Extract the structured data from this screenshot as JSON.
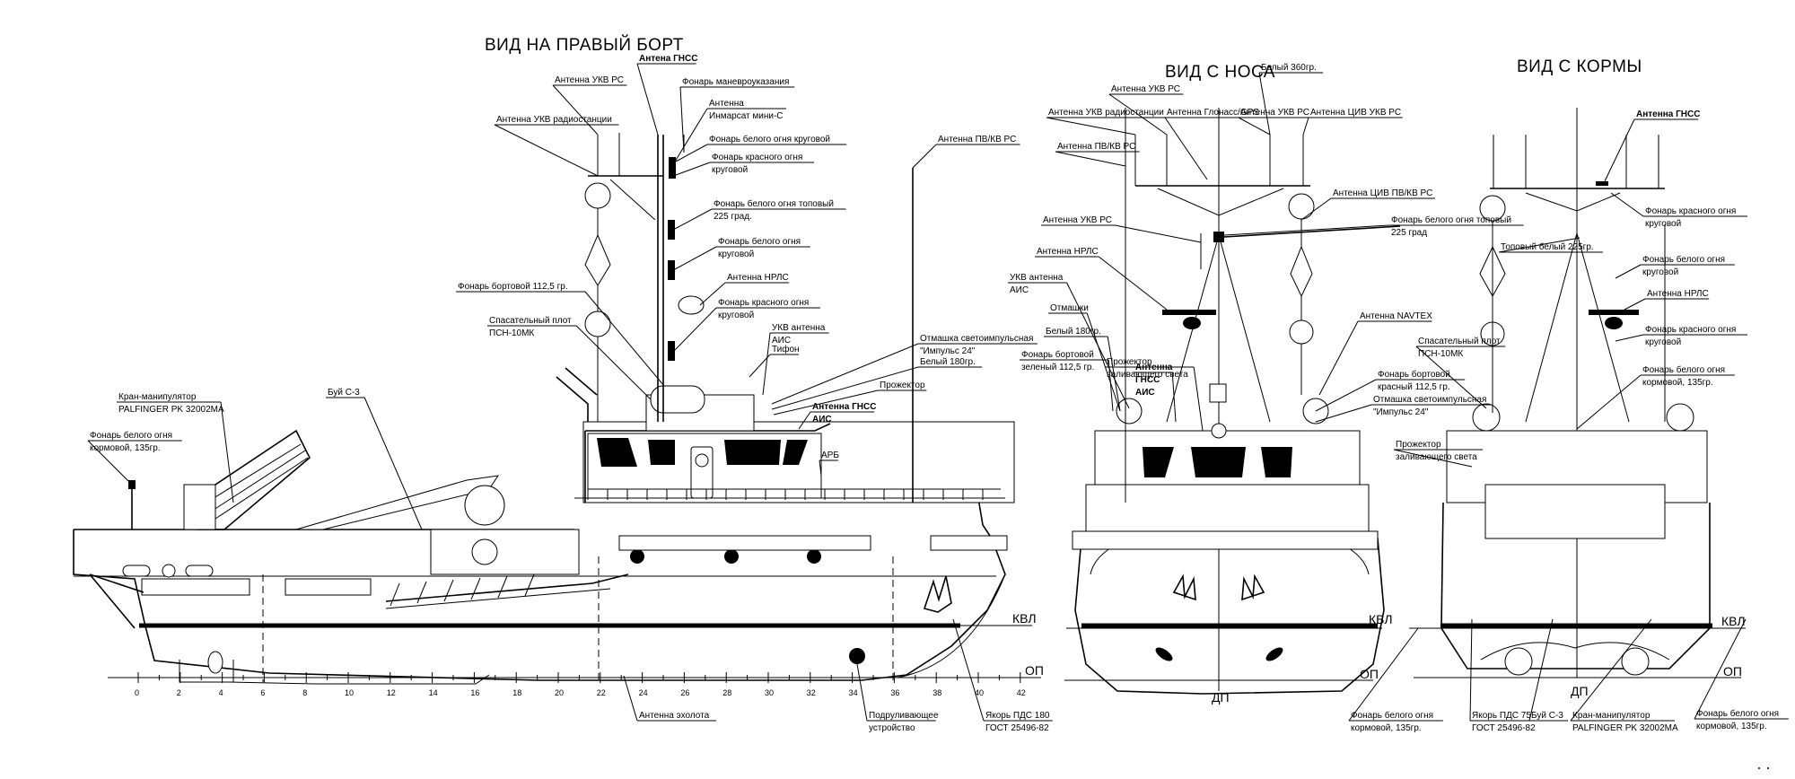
{
  "views": {
    "starboard": {
      "title": "ВИД НА ПРАВЫЙ БОРТ",
      "labels": [
        {
          "id": "gnss",
          "lines": [
            "Антена ГНСС"
          ]
        },
        {
          "id": "ukv-rs",
          "lines": [
            "Антенна УКВ РС"
          ]
        },
        {
          "id": "manevr",
          "lines": [
            "Фонарь маневроуказания"
          ]
        },
        {
          "id": "inmarsat",
          "lines": [
            "Антенна",
            "Инмарсат мини-С"
          ]
        },
        {
          "id": "ukv-radio",
          "lines": [
            "Антенна УКВ радиостанции"
          ]
        },
        {
          "id": "white-round",
          "lines": [
            "Фонарь белого огня круговой"
          ]
        },
        {
          "id": "red-round-1",
          "lines": [
            "Фонарь красного огня",
            "круговой"
          ]
        },
        {
          "id": "white-top",
          "lines": [
            "Фонарь белого огня топовый",
            "225 град."
          ]
        },
        {
          "id": "white-round-2",
          "lines": [
            "Фонарь белого огня",
            "круговой"
          ]
        },
        {
          "id": "nrls",
          "lines": [
            "Антенна НРЛС"
          ]
        },
        {
          "id": "red-round-2",
          "lines": [
            "Фонарь красного огня",
            "круговой"
          ]
        },
        {
          "id": "side-light",
          "lines": [
            "Фонарь бортовой 112,5 гр."
          ]
        },
        {
          "id": "raft",
          "lines": [
            "Спасательный плот",
            "ПСН-10МК"
          ]
        },
        {
          "id": "ukv-ais",
          "lines": [
            "УКВ антенна",
            "АИС"
          ]
        },
        {
          "id": "typhon",
          "lines": [
            "Тифон"
          ]
        },
        {
          "id": "pv-kv",
          "lines": [
            "Антенна ПВ/КВ РС"
          ]
        },
        {
          "id": "impulse",
          "lines": [
            "Отмашка светоимпульсная",
            "\"Импульс 24\""
          ]
        },
        {
          "id": "white-180",
          "lines": [
            "Белый 180гр."
          ]
        },
        {
          "id": "searchlight",
          "lines": [
            "Прожектор"
          ]
        },
        {
          "id": "gnss-ais",
          "lines": [
            "Антенна ГНСС",
            "АИС"
          ]
        },
        {
          "id": "arb",
          "lines": [
            "АРБ"
          ]
        },
        {
          "id": "crane",
          "lines": [
            "Кран-манипулятор",
            "PALFINGER PK 32002MA"
          ]
        },
        {
          "id": "buoy",
          "lines": [
            "Буй С-3"
          ]
        },
        {
          "id": "stern-light",
          "lines": [
            "Фонарь белого огня",
            "кормовой, 135гр."
          ]
        },
        {
          "id": "echo",
          "lines": [
            "Антенна эхолота"
          ]
        },
        {
          "id": "thruster",
          "lines": [
            "Подруливающее",
            "устройство"
          ]
        },
        {
          "id": "anchor",
          "lines": [
            "Якорь ПДС 180",
            "ГОСТ 25496-82"
          ]
        }
      ],
      "waterline": "КВЛ",
      "baseline": "ОП",
      "frame_scale": [
        "0",
        "2",
        "4",
        "6",
        "8",
        "10",
        "12",
        "14",
        "16",
        "18",
        "20",
        "22",
        "24",
        "26",
        "28",
        "30",
        "32",
        "34",
        "36",
        "38",
        "40",
        "42"
      ]
    },
    "bow": {
      "title": "ВИД С НОСА",
      "labels": [
        {
          "id": "ukv-rs-1",
          "lines": [
            "Антенна УКВ РС"
          ]
        },
        {
          "id": "white-360",
          "lines": [
            "Белый 360гр."
          ]
        },
        {
          "id": "ukv-radio",
          "lines": [
            "Антенна УКВ радиостанции"
          ]
        },
        {
          "id": "glonass",
          "lines": [
            "Антенна Глонасс/GPS"
          ]
        },
        {
          "id": "ukv-rs-2",
          "lines": [
            "Антенна УКВ РС"
          ]
        },
        {
          "id": "civ-ukv",
          "lines": [
            "Антенна ЦИВ УКВ РС"
          ]
        },
        {
          "id": "pv-kv",
          "lines": [
            "Антенна ПВ/КВ РС"
          ]
        },
        {
          "id": "civ-pv-kv",
          "lines": [
            "Антенна ЦИВ ПВ/КВ РС"
          ]
        },
        {
          "id": "white-top",
          "lines": [
            "Фонарь белого огня топовый",
            "225 град"
          ]
        },
        {
          "id": "ukv-rs-3",
          "lines": [
            "Антенна УКВ РС"
          ]
        },
        {
          "id": "nrls",
          "lines": [
            "Антенна НРЛС"
          ]
        },
        {
          "id": "ukv-ais",
          "lines": [
            "УКВ антенна",
            "АИС"
          ]
        },
        {
          "id": "otmashki",
          "lines": [
            "Отмашки"
          ]
        },
        {
          "id": "white-180",
          "lines": [
            "Белый 180гр."
          ]
        },
        {
          "id": "green-side",
          "lines": [
            "Фонарь бортовой",
            "зеленый 112,5 гр."
          ]
        },
        {
          "id": "flood",
          "lines": [
            "Прожектор",
            "заливающего света"
          ]
        },
        {
          "id": "gnss-ais",
          "lines": [
            "Антенна",
            "ГНСС",
            "АИС"
          ]
        },
        {
          "id": "navtex",
          "lines": [
            "Антенна NAVTEX"
          ]
        },
        {
          "id": "raft",
          "lines": [
            "Спасательный плот",
            "ПСН-10МК"
          ]
        },
        {
          "id": "red-side",
          "lines": [
            "Фонарь бортовой",
            "красный 112,5 гр."
          ]
        },
        {
          "id": "impulse",
          "lines": [
            "Отмашка светоимпульсная",
            "\"Импульс 24\""
          ]
        },
        {
          "id": "flood-2",
          "lines": [
            "Прожектор",
            "заливающего света"
          ]
        }
      ],
      "waterline": "КВЛ",
      "baseline": "ОП",
      "centerline": "ДП"
    },
    "stern": {
      "title": "ВИД С КОРМЫ",
      "labels": [
        {
          "id": "gnss",
          "lines": [
            "Антенна ГНСС"
          ]
        },
        {
          "id": "red-round",
          "lines": [
            "Фонарь красного огня",
            "круговой"
          ]
        },
        {
          "id": "top-white",
          "lines": [
            "Топовый белый 225гр."
          ]
        },
        {
          "id": "white-round",
          "lines": [
            "Фонарь белого огня",
            "круговой"
          ]
        },
        {
          "id": "nrls",
          "lines": [
            "Антенна НРЛС"
          ]
        },
        {
          "id": "red-round-2",
          "lines": [
            "Фонарь красного огня",
            "круговой"
          ]
        },
        {
          "id": "stern-light-top",
          "lines": [
            "Фонарь белого огня",
            "кормовой, 135гр."
          ]
        },
        {
          "id": "stern-light-l",
          "lines": [
            "Фонарь белого огня",
            "кормовой, 135гр."
          ]
        },
        {
          "id": "anchor",
          "lines": [
            "Якорь ПДС 75",
            "ГОСТ 25496-82"
          ]
        },
        {
          "id": "buoy",
          "lines": [
            "Буй С-3"
          ]
        },
        {
          "id": "crane",
          "lines": [
            "Кран-манипулятор",
            "PALFINGER PK 32002MA"
          ]
        },
        {
          "id": "stern-light-r",
          "lines": [
            "Фонарь белого огня",
            "кормовой, 135гр."
          ]
        }
      ],
      "waterline": "КВЛ",
      "baseline": "ОП",
      "centerline": "ДП"
    }
  }
}
